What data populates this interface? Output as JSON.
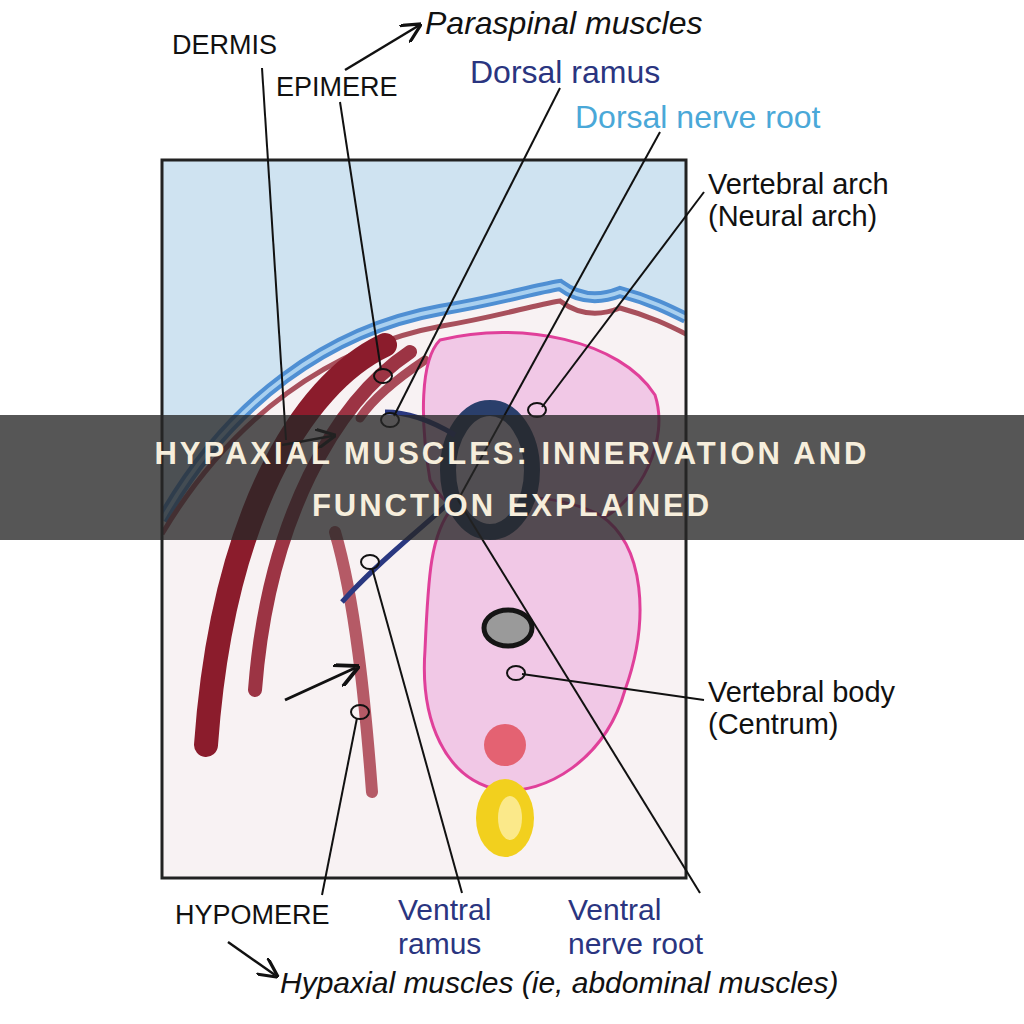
{
  "diagram": {
    "title": "HYPAXIAL MUSCLES: INNERVATION AND FUNCTION EXPLAINED",
    "labels": [
      "DERMIS",
      "EPIMERE",
      "Paraspinal muscles",
      "Dorsal ramus",
      "Dorsal nerve root",
      "Vertebral arch (Neural arch)",
      "Vertebral body (Centrum)",
      "HYPOMERE",
      "Ventral ramus",
      "Ventral nerve root",
      "Hypaxial muscles (ie, abdominal muscles)"
    ]
  }
}
